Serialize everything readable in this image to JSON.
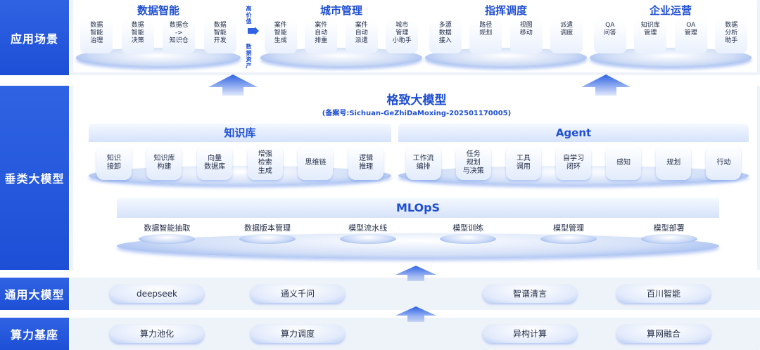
{
  "layers": {
    "app": "应用场景",
    "vertical": "垂类大模型",
    "general": "通用大模型",
    "compute": "算力基座"
  },
  "app_groups": [
    {
      "title": "数据智能",
      "items": [
        "数据\n智能\n治理",
        "数据\n智能\n决策",
        "数据仓\n->\n知识仓",
        "数据\n智能\n开发"
      ]
    },
    {
      "title": "城市管理",
      "items": [
        "案件\n智能\n生成",
        "案件\n自动\n排重",
        "案件\n自动\n派遣",
        "城市\n管理\n小助手"
      ]
    },
    {
      "title": "指挥调度",
      "items": [
        "多源\n数据\n接入",
        "路径\n规划",
        "视图\n移动",
        "派遣\n调度"
      ]
    },
    {
      "title": "企业运营",
      "items": [
        "QA\n问答",
        "知识库\n管理",
        "OA\n管理",
        "数据\n分析\n助手"
      ]
    }
  ],
  "side_notes": {
    "top": "高价值",
    "bottom": "数据资产"
  },
  "model": {
    "title": "格致大模型",
    "record": "(备案号:Sichuan-GeZhiDaMoxing-202501170005)"
  },
  "knowledge_base": {
    "title": "知识库",
    "items": [
      "知识\n接卸",
      "知识库\n构建",
      "向量\n数据库",
      "增强\n检索\n生成",
      "思维链",
      "逻辑\n推理"
    ]
  },
  "agent": {
    "title": "Agent",
    "items": [
      "工作流\n编排",
      "任务\n规划\n与决策",
      "工具\n调用",
      "自学习\n闭环",
      "感知",
      "规划",
      "行动"
    ]
  },
  "mlops": {
    "title": "MLOpS",
    "items": [
      "数据智能抽取",
      "数据版本管理",
      "模型流水线",
      "模型训练",
      "模型管理",
      "模型部署"
    ]
  },
  "general_models": [
    "deepseek",
    "通义千问",
    "智谱清言",
    "百川智能"
  ],
  "compute_items": [
    "算力池化",
    "算力调度",
    "异构计算",
    "算网融合"
  ],
  "colors": {
    "accent": "#2f63e3",
    "title_blue": "#1f4fd1",
    "band_bg": "#eef2f9"
  }
}
